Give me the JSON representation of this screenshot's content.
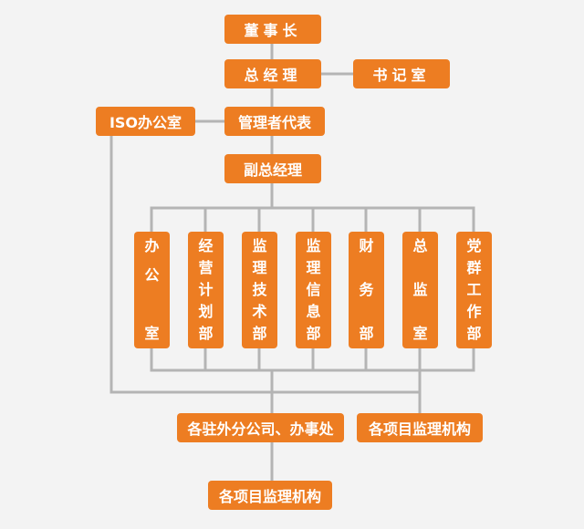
{
  "colors": {
    "box": "#ed7d22",
    "text": "#ffffff",
    "line": "#b4b4b4",
    "background": "#f3f3f3"
  },
  "nodes": {
    "chairman": "董事长",
    "general_manager": "总经理",
    "secretary": "书记室",
    "iso_office": "ISO办公室",
    "management_rep": "管理者代表",
    "deputy_gm": "副总经理",
    "branches": "各驻外分公司、办事处",
    "project_supervision_right": "各项目监理机构",
    "project_supervision_bottom": "各项目监理机构"
  },
  "departments": [
    {
      "id": "office",
      "chars": [
        "办",
        "公",
        "",
        "室"
      ]
    },
    {
      "id": "business",
      "chars": [
        "经",
        "营",
        "计",
        "划",
        "部"
      ]
    },
    {
      "id": "tech",
      "chars": [
        "监",
        "理",
        "技",
        "术",
        "部"
      ]
    },
    {
      "id": "info",
      "chars": [
        "监",
        "理",
        "信",
        "息",
        "部"
      ]
    },
    {
      "id": "finance",
      "chars": [
        "财",
        "",
        "务",
        "",
        "部"
      ]
    },
    {
      "id": "chief",
      "chars": [
        "总",
        "",
        "监",
        "",
        "室"
      ]
    },
    {
      "id": "party",
      "chars": [
        "党",
        "群",
        "工",
        "作",
        "部"
      ]
    }
  ]
}
